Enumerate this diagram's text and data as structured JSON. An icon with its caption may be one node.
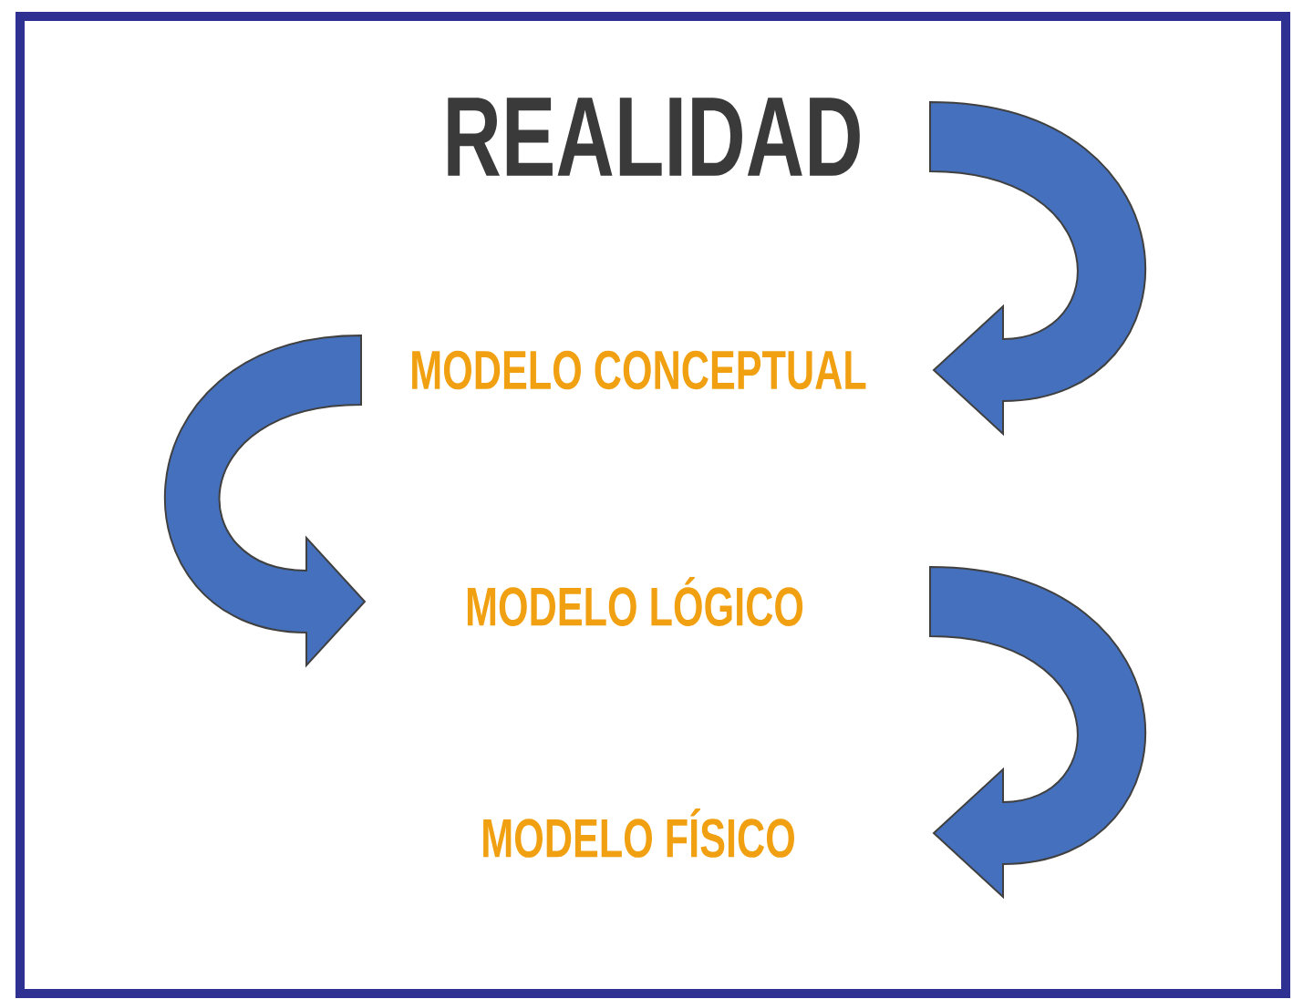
{
  "diagram": {
    "nodes": [
      {
        "text": [
          "REALIDAD"
        ]
      },
      {
        "text": [
          "MODELO CONCEPTUAL"
        ]
      },
      {
        "text": [
          "MODELO LÓGICO"
        ]
      },
      {
        "text": [
          "MODELO FÍSICO"
        ]
      }
    ],
    "edges": [
      {
        "from": 0,
        "to": 1,
        "arrow": "to"
      },
      {
        "from": 1,
        "to": 2,
        "arrow": "to"
      },
      {
        "from": 2,
        "to": 3,
        "arrow": "to"
      }
    ]
  }
}
